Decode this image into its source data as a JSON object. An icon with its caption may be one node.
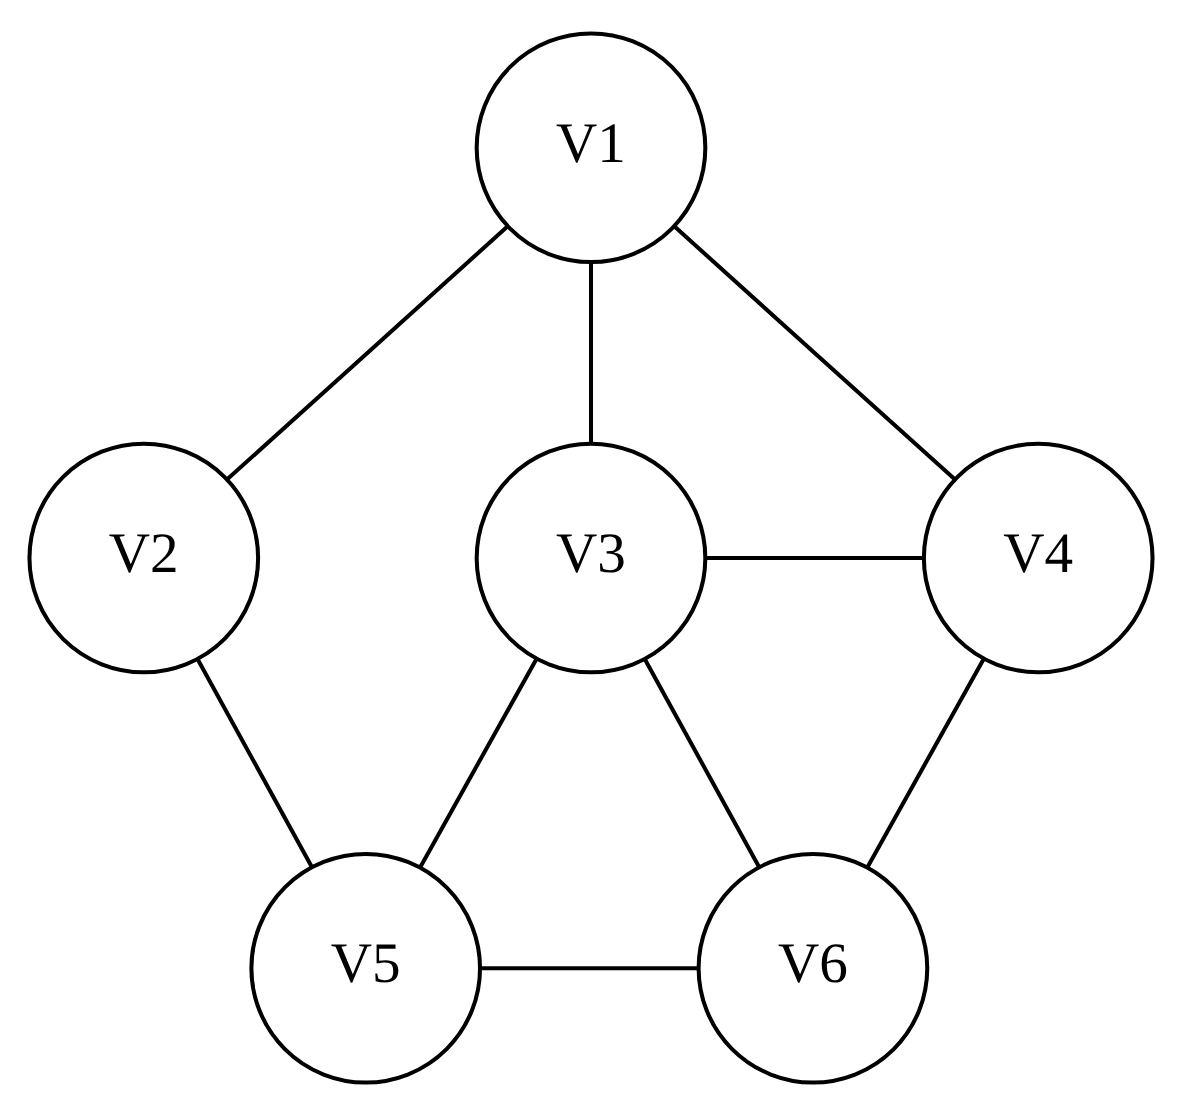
{
  "diagram": {
    "nodes": [
      {
        "text": [
          "V1"
        ]
      },
      {
        "text": [
          "V2"
        ]
      },
      {
        "text": [
          "V3"
        ]
      },
      {
        "text": [
          "V4"
        ]
      },
      {
        "text": [
          "V5"
        ]
      },
      {
        "text": [
          "V6"
        ]
      }
    ],
    "edges": [
      {
        "from": 0,
        "to": 1,
        "arrow": "none"
      },
      {
        "from": 0,
        "to": 2,
        "arrow": "none"
      },
      {
        "from": 0,
        "to": 3,
        "arrow": "none"
      },
      {
        "from": 2,
        "to": 3,
        "arrow": "none"
      },
      {
        "from": 1,
        "to": 4,
        "arrow": "none"
      },
      {
        "from": 2,
        "to": 4,
        "arrow": "none"
      },
      {
        "from": 2,
        "to": 5,
        "arrow": "none"
      },
      {
        "from": 3,
        "to": 5,
        "arrow": "none"
      },
      {
        "from": 4,
        "to": 5,
        "arrow": "none"
      }
    ]
  }
}
